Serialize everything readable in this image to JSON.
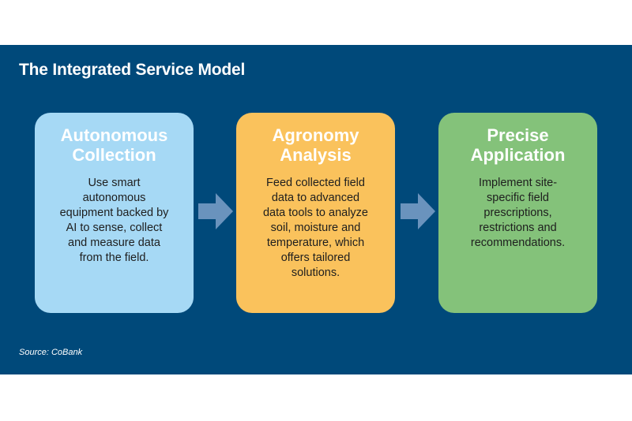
{
  "title": "The Integrated Service Model",
  "colors": {
    "background": "#00497a",
    "card_collection": "#a6d9f5",
    "card_analysis": "#fac25c",
    "card_application": "#84c27a",
    "arrow": "#6a93bd",
    "heading_text": "#ffffff",
    "body_text": "#1e1e1e"
  },
  "steps": [
    {
      "heading": "Autonomous Collection",
      "body": "Use smart autonomous equipment backed by AI to sense, collect and measure data from the field."
    },
    {
      "heading": "Agronomy Analysis",
      "body": "Feed collected field data to advanced data tools to analyze soil, moisture and temperature, which offers tailored solutions."
    },
    {
      "heading": "Precise Application",
      "body": "Implement site-specific field prescriptions, restrictions and recommendations."
    }
  ],
  "arrows": [
    {
      "icon": "arrow-right-icon"
    },
    {
      "icon": "arrow-right-icon"
    }
  ],
  "source": "Source: CoBank"
}
